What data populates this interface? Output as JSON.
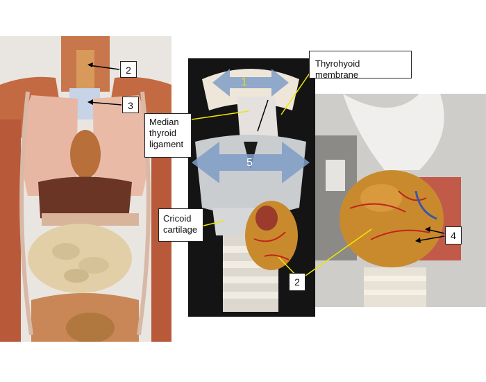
{
  "labels": {
    "torso_num_top": "2",
    "torso_num_mid": "3",
    "thyrohyoid": "Thyrohyoid membrane",
    "median_thyroid": "Median thyroid ligament",
    "cricoid": "Cricoid cartilage",
    "larynx_overlay_1": "1",
    "larynx_overlay_5": "5",
    "larynx_num_2": "2",
    "closeup_num_4": "4"
  },
  "colors": {
    "arrow_blue": "#7f9cc7",
    "leader_yellow": "#f2e600",
    "leader_black": "#000000",
    "thyroid_orange": "#c98a2e",
    "cartilage_grey": "#cdd0d3"
  }
}
